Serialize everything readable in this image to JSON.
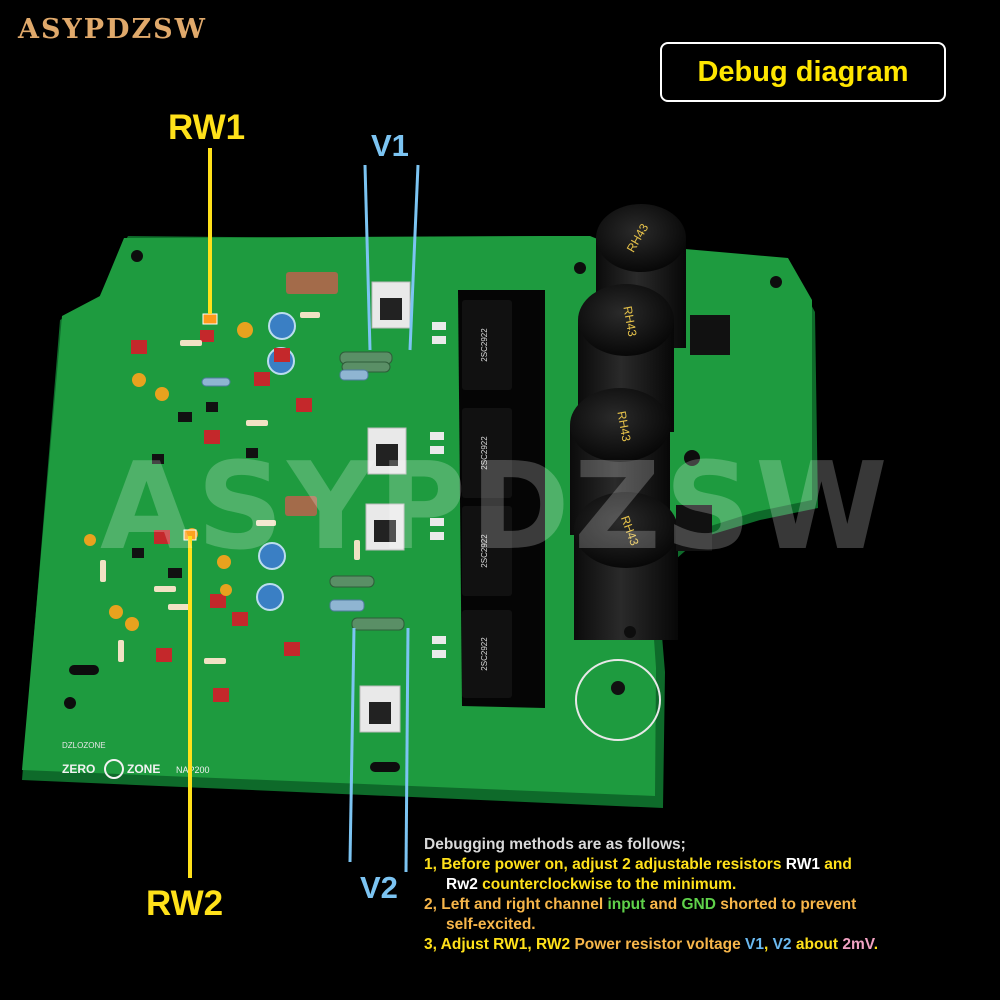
{
  "brand": "ASYPDZSW",
  "watermark": "ASYPDZSW",
  "title": "Debug diagram",
  "labels": {
    "rw1": "RW1",
    "rw2": "RW2",
    "v1": "V1",
    "v2": "V2"
  },
  "board": {
    "maker_small": "DZLOZONE",
    "zero": "ZERO",
    "zone": "ZONE",
    "model": "NAP200"
  },
  "capacitor_label": "RH43",
  "transistor_label": "2SC2922",
  "notes": {
    "heading": "Debugging methods are as follows;",
    "step1_a": "1, Before power on, adjust 2 adjustable resistors ",
    "step1_rw1": "RW1",
    "step1_and": " and",
    "step1_rw2": "Rw2",
    "step1_b": "  counterclockwise to the minimum.",
    "step2_a": "2, Left and right channel ",
    "step2_input": "input",
    "step2_and": " and ",
    "step2_gnd": "GND",
    "step2_b": " shorted to prevent",
    "step2_c": "self-excited.",
    "step3_a": "3, Adjust RW1, RW2 ",
    "step3_b": "Power resistor voltage ",
    "step3_v1": "V1",
    "step3_comma": ", ",
    "step3_v2": "V2",
    "step3_about": " about ",
    "step3_mv": "2mV",
    "step3_end": "."
  },
  "colors": {
    "pcb": "#1e9b3f",
    "rw": "#ffe11a",
    "v": "#7cc4f2",
    "title": "#ffe600"
  }
}
